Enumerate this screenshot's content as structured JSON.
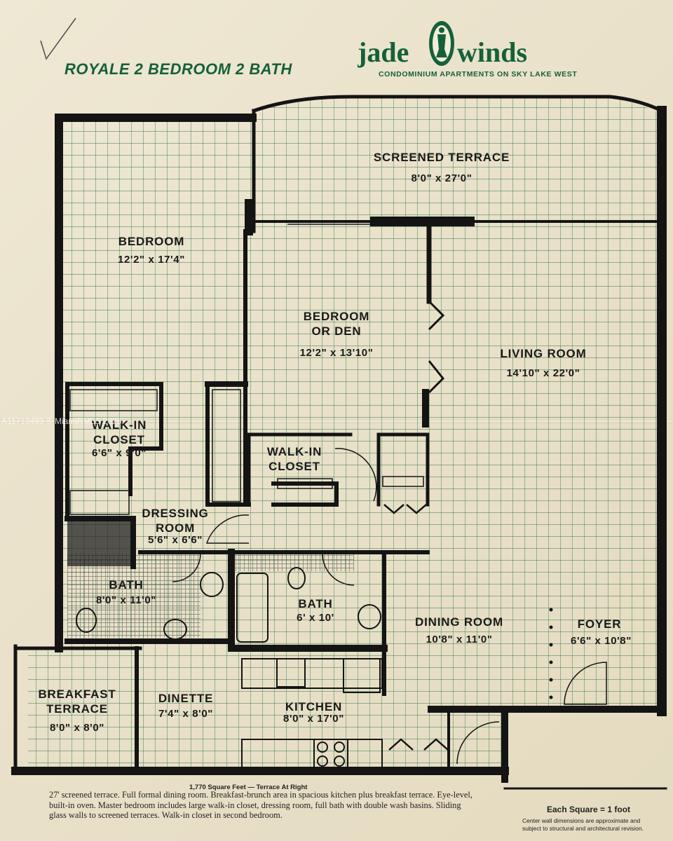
{
  "header": {
    "plan_title": "ROYALE 2 BEDROOM 2 BATH",
    "brand_name_left": "jade",
    "brand_name_right": "winds",
    "brand_subtitle": "CONDOMINIUM APARTMENTS ON SKY LAKE WEST"
  },
  "rooms": {
    "screened_terrace": {
      "label": "SCREENED TERRACE",
      "dims": "8'0\" x 27'0\""
    },
    "bedroom": {
      "label": "BEDROOM",
      "dims": "12'2\" x 17'4\""
    },
    "bedroom_den": {
      "label": "BEDROOM\nOR DEN",
      "dims": "12'2\" x 13'10\""
    },
    "living_room": {
      "label": "LIVING ROOM",
      "dims": "14'10\" x 22'0\""
    },
    "walkin_closet_master": {
      "label": "WALK-IN\nCLOSET",
      "dims": "6'6\" x 9'0\""
    },
    "walkin_closet_second": {
      "label": "WALK-IN\nCLOSET"
    },
    "dressing_room": {
      "label": "DRESSING\nROOM",
      "dims": "5'6\" x 6'6\""
    },
    "bath_master": {
      "label": "BATH",
      "dims": "8'0\" x 11'0\""
    },
    "bath_second": {
      "label": "BATH",
      "dims": "6' x 10'"
    },
    "dining_room": {
      "label": "DINING ROOM",
      "dims": "10'8\" x 11'0\""
    },
    "foyer": {
      "label": "FOYER",
      "dims": "6'6\" x 10'8\""
    },
    "breakfast_terrace": {
      "label": "BREAKFAST\nTERRACE",
      "dims": "8'0\" x 8'0\""
    },
    "dinette": {
      "label": "DINETTE",
      "dims": "7'4\" x 8'0\""
    },
    "kitchen": {
      "label": "KITCHEN",
      "dims": "8'0\" x 17'0\""
    }
  },
  "footer": {
    "sqft_line": "1,770 Square Feet — Terrace At Right",
    "description": "27' screened terrace. Full formal dining room. Breakfast-brunch area in spacious kitchen plus breakfast terrace. Eye-level, built-in oven. Master bedroom includes large walk-in closet, dressing room, full bath with double wash basins. Sliding glass walls to screened terraces. Walk-in closet in second bedroom.",
    "legend": "Each Square = 1 foot",
    "disclaimer": "Center wall dimensions are approximate and subject to structural and architectural revision."
  },
  "watermark": "A11713493 © MiamiRMLS 2025",
  "colors": {
    "brand_green": "#15603a",
    "grid_green": "#2f7a4e",
    "wall": "#141414",
    "paper": "#ece5cf"
  },
  "icons": [
    "jade-winds-logo-icon",
    "checkmark-icon"
  ]
}
